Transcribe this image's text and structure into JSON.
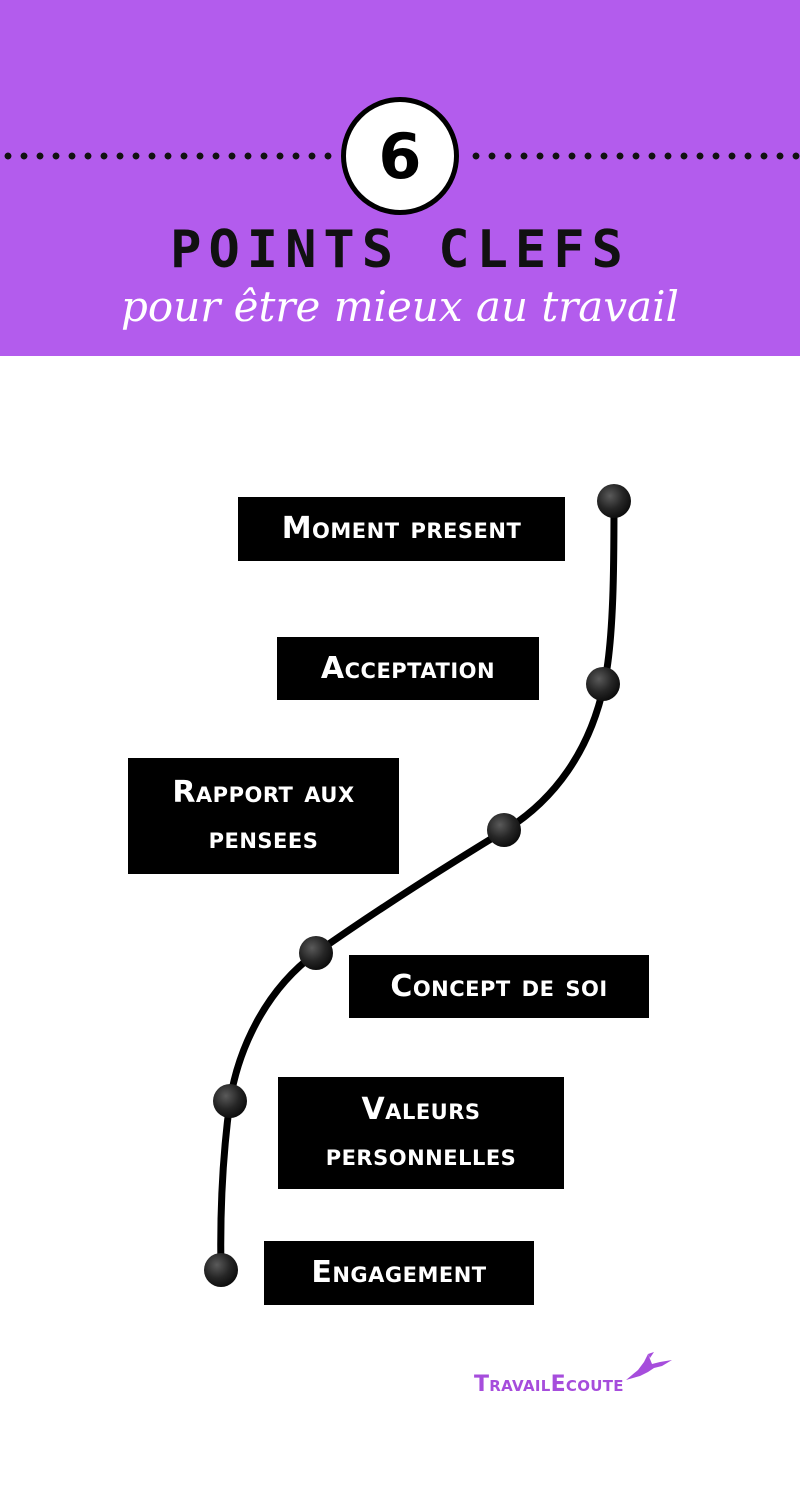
{
  "header": {
    "number": "6",
    "title": "POINTS CLEFS",
    "subtitle": "pour être mieux au travail"
  },
  "steps": [
    {
      "label": "Moment present"
    },
    {
      "label": "Acceptation"
    },
    {
      "label": "Rapport aux\npensees"
    },
    {
      "label": "Concept de soi"
    },
    {
      "label": "Valeurs\npersonnelles"
    },
    {
      "label": "Engagement"
    }
  ],
  "brand": {
    "name": "TravailEcoute",
    "logo_icon": "hummingbird-icon"
  },
  "colors": {
    "header_bg": "#b35ced",
    "label_bg": "#000000",
    "label_text": "#ffffff",
    "brand": "#a64ddc"
  }
}
